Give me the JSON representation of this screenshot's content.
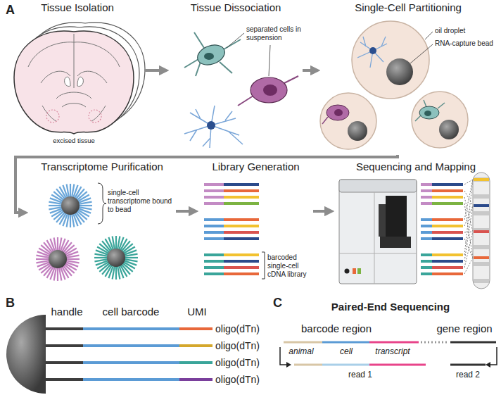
{
  "diagram": {
    "nodes": [
      {
        "text": [
          "Tissue Isolation"
        ]
      },
      {
        "text": [
          "Tissue Dissociation"
        ]
      },
      {
        "text": [
          "Single-Cell Partitioning"
        ]
      },
      {
        "text": [
          "Transcriptome Purification"
        ]
      },
      {
        "text": [
          "Library Generation"
        ]
      },
      {
        "text": [
          "Sequencing and Mapping"
        ]
      }
    ],
    "edges": [
      {
        "from": 0,
        "to": 1,
        "arrow": "to"
      },
      {
        "from": 1,
        "to": 2,
        "arrow": "to"
      },
      {
        "from": 2,
        "to": 3,
        "arrow": "to"
      },
      {
        "from": 3,
        "to": 4,
        "arrow": "to"
      },
      {
        "from": 4,
        "to": 5,
        "arrow": "to"
      }
    ],
    "labels": [
      "A",
      "excised tissue",
      "separated cells in suspension",
      "oil droplet",
      "RNA-capture bead",
      "single-cell transcriptome bound to bead",
      "barcoded single-cell cDNA library",
      "B",
      "handle",
      "cell barcode",
      "UMI",
      "oligo(dTn)",
      "oligo(dTn)",
      "oligo(dTn)",
      "oligo(dTn)",
      "C",
      "Paired-End Sequencing",
      "barcode region",
      "gene region",
      "animal",
      "cell",
      "transcript",
      "read 1",
      "read 2"
    ]
  }
}
